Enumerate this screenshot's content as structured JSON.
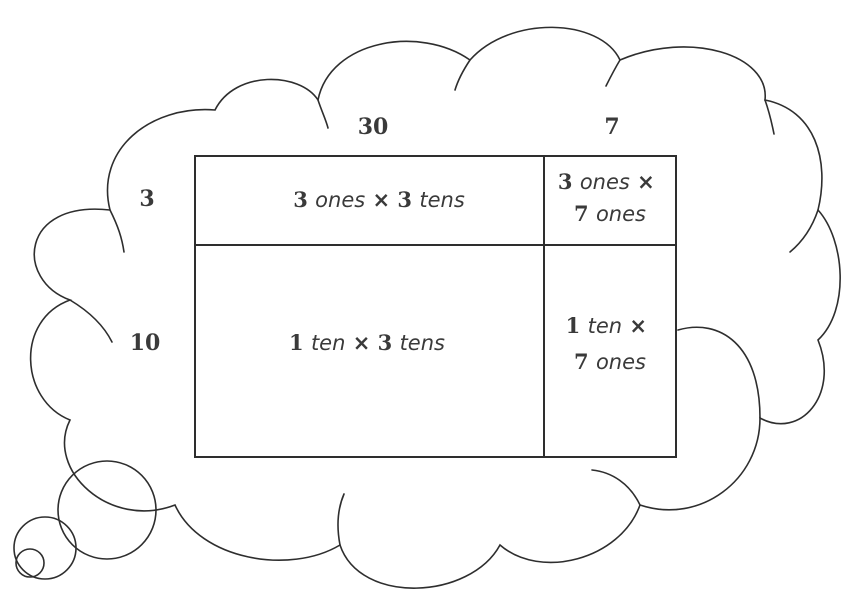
{
  "area_model": {
    "column_headers": [
      "30",
      "7"
    ],
    "row_headers": [
      "3",
      "10"
    ],
    "cells": {
      "r1c1": {
        "num_a": "3",
        "unit_a": "ones",
        "op": "×",
        "num_b": "3",
        "unit_b": "tens"
      },
      "r1c2": {
        "num_a": "3",
        "unit_a": "ones",
        "op": "×",
        "num_b": "7",
        "unit_b": "ones"
      },
      "r2c1": {
        "num_a": "1",
        "unit_a": "ten",
        "op": "×",
        "num_b": "3",
        "unit_b": "tens"
      },
      "r2c2": {
        "num_a": "1",
        "unit_a": "ten",
        "op": "×",
        "num_b": "7",
        "unit_b": "ones"
      }
    }
  },
  "colors": {
    "stroke": "#2e2e2e",
    "text": "#3a3a3a",
    "background": "#ffffff"
  }
}
